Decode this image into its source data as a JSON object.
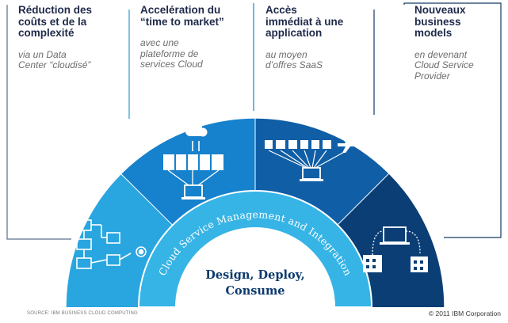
{
  "columns": [
    {
      "heading": [
        "Réduction des",
        "coûts et de la",
        "complexité"
      ],
      "sub": [
        "via un Data",
        "Center “cloudisé”"
      ]
    },
    {
      "heading": [
        "Accelération du",
        "“time to market”"
      ],
      "sub": [
        "avec une",
        "plateforme de",
        "services Cloud"
      ]
    },
    {
      "heading": [
        "Accès",
        "immédiat à une",
        "application"
      ],
      "sub": [
        "au moyen",
        "d’offres SaaS"
      ]
    },
    {
      "heading": [
        "Nouveaux",
        "business",
        "models"
      ],
      "sub": [
        "en devenant",
        "Cloud Service",
        "Provider"
      ]
    }
  ],
  "arc_label": "Cloud Service Management and Integration",
  "center_text": [
    "Design, Deploy,",
    "Consume"
  ],
  "footer_left": "SOURCE: IBM BUSINESS CLOUD COMPUTING",
  "copyright": "© 2011 IBM Corporation",
  "colors": {
    "heading": "#1f2a4a",
    "sub": "#6d6d6d",
    "band1": "#29a6e0",
    "band2": "#1681cc",
    "band3": "#0f5ea6",
    "band4": "#0a3e75",
    "ring": "#36b4e6",
    "center_text": "#0d3a6e",
    "frame": "#143a63"
  },
  "icons": [
    "flowchart-icon",
    "cloud-icon",
    "server-rack-icon",
    "laptop-icon",
    "apps-icon",
    "airplane-icon",
    "buildings-icon"
  ]
}
